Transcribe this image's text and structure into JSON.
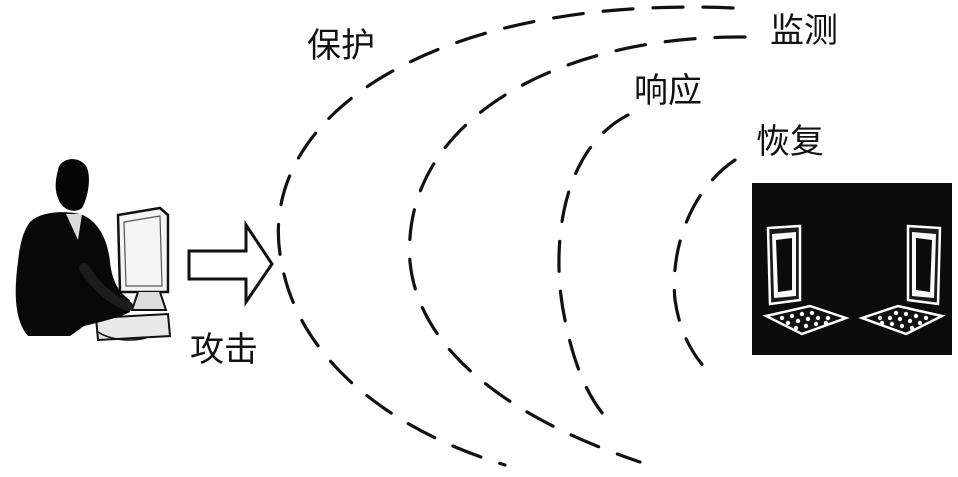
{
  "labels": {
    "protect": "保护",
    "monitor": "监测",
    "response": "响应",
    "recovery": "恢复",
    "attack": "攻击"
  },
  "icons": {
    "attacker": "hacker-at-computer-icon",
    "arrow": "hollow-right-arrow-icon",
    "target": "networked-computers-icon"
  },
  "colors": {
    "ink": "#111111",
    "background": "#ffffff",
    "target_panel": "#0b0b0b"
  }
}
